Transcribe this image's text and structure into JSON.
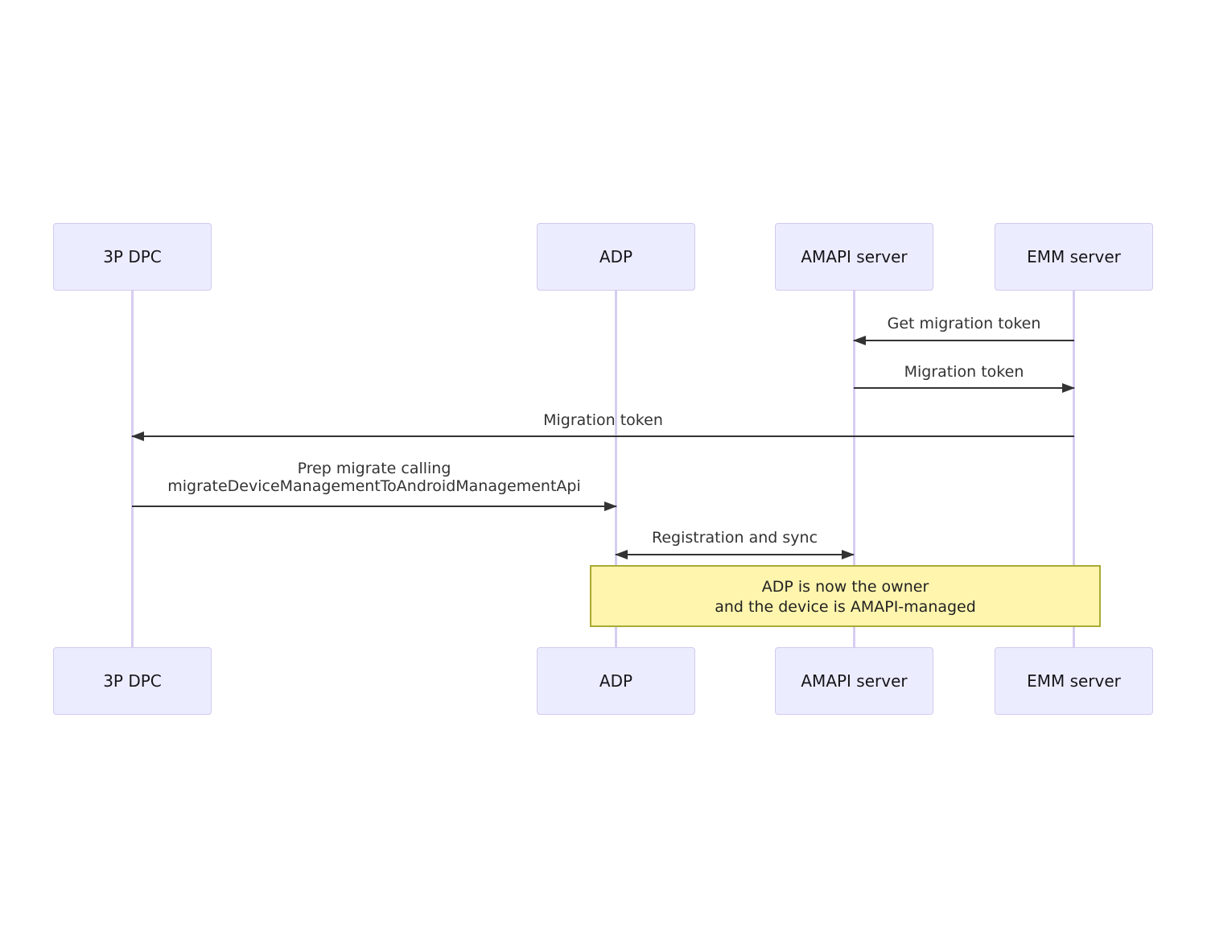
{
  "diagram": {
    "type": "sequence-diagram",
    "background_color": "#ffffff",
    "colors": {
      "actor_fill": "#ececff",
      "actor_border": "#d3c9ee",
      "lifeline": "#d7cdf0",
      "arrow": "#333333",
      "message_text": "#333333",
      "note_fill": "#fff5ad",
      "note_border": "#aaaa33"
    }
  },
  "actors": [
    {
      "id": "3p-dpc",
      "label": "3P DPC"
    },
    {
      "id": "adp",
      "label": "ADP"
    },
    {
      "id": "amapi-server",
      "label": "AMAPI server"
    },
    {
      "id": "emm-server",
      "label": "EMM server"
    }
  ],
  "messages": [
    {
      "id": "get-migration-token",
      "from": "EMM server",
      "to": "AMAPI server",
      "arrow": "left",
      "label": "Get migration token"
    },
    {
      "id": "migration-token-to-emm",
      "from": "AMAPI server",
      "to": "EMM server",
      "arrow": "right",
      "label": "Migration token"
    },
    {
      "id": "migration-token-to-dpc",
      "from": "EMM server",
      "to": "3P DPC",
      "arrow": "left",
      "label": "Migration token"
    },
    {
      "id": "prep-migrate",
      "from": "3P DPC",
      "to": "ADP",
      "arrow": "right",
      "label_lines": [
        "Prep migrate calling",
        "migrateDeviceManagementToAndroidManagementApi"
      ]
    },
    {
      "id": "registration-and-sync",
      "from": "ADP",
      "to": "AMAPI server",
      "arrow": "both",
      "label": "Registration and sync"
    }
  ],
  "note": {
    "over_from": "ADP",
    "over_to": "EMM server",
    "lines": [
      "ADP is now the owner",
      "and the device is AMAPI-managed"
    ]
  }
}
